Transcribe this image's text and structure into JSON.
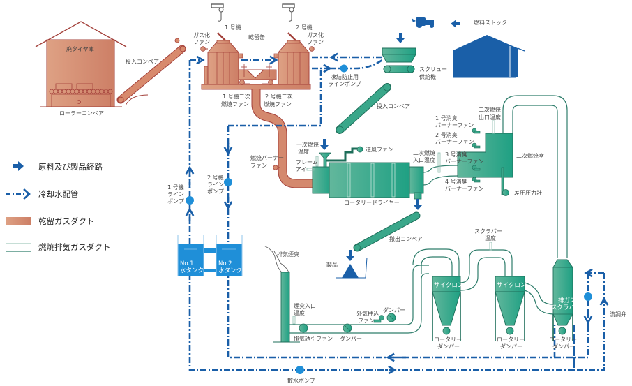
{
  "legend": {
    "items": [
      {
        "icon": "material-flow-arrow-icon",
        "label": "原料及び製品経路"
      },
      {
        "icon": "cooling-water-line-icon",
        "label": "冷却水配管"
      },
      {
        "icon": "carbonization-gas-duct-swatch",
        "label": "乾留ガスダクト"
      },
      {
        "icon": "combustion-exhaust-duct-swatch",
        "label": "燃焼排気ガスダクト"
      }
    ]
  },
  "colors": {
    "material_flow": "#1a5fa8",
    "cooling_water": "#1a5fa8",
    "carbonization_duct": "#d4896e",
    "carbonization_outline": "#a3403a",
    "exhaust_equipment": "#2aa086",
    "exhaust_outline": "#1e6e5a",
    "water_tank": "#1f8fd8",
    "fuel_stock": "#1a5fa8"
  },
  "labels": {
    "tire_warehouse": "廃タイヤ庫",
    "roller_conveyor": "ローラーコンベア",
    "input_conveyor_1": "投入コンベア",
    "gasification_fan_1": [
      "ガス化",
      "ファン"
    ],
    "gasification_fan_2": [
      "ガス化",
      "ファン"
    ],
    "unit_1": "1 号機",
    "unit_2": "2 号機",
    "carbonization_kiln": "乾留缶",
    "secondary_fan_1": [
      "1 号機二次",
      "燃焼ファン"
    ],
    "secondary_fan_2": [
      "2 号機二次",
      "燃焼ファン"
    ],
    "antifreeze_pump": [
      "凍結防止用",
      "ラインポンプ"
    ],
    "screw_feeder": [
      "スクリュー",
      "供給機"
    ],
    "fuel_stock": "燃料ストック",
    "input_conveyor_2": "投入コンベア",
    "primary_temp": [
      "一次燃焼",
      "温度"
    ],
    "blower_fan": "送風ファン",
    "burner_fan": [
      "燃焼バーナー",
      "ファン"
    ],
    "flame_eye": [
      "フレーム",
      "アイ"
    ],
    "rotary_dryer": "ロータリードライヤー",
    "secondary_inlet_temp": [
      "二次燃焼",
      "入口温度"
    ],
    "deodor_fan_1": [
      "1 号消臭",
      "バーナーファン"
    ],
    "deodor_fan_2": [
      "2 号消臭",
      "バーナーファン"
    ],
    "deodor_fan_3": [
      "3 号消臭",
      "バーナーファン"
    ],
    "deodor_fan_4": [
      "4 号消臭",
      "バーナーファン"
    ],
    "secondary_outlet_temp": [
      "二次燃焼",
      "出口温度"
    ],
    "secondary_chamber": "二次燃焼室",
    "diff_pressure_gauge": "差圧圧力計",
    "line_pump_1": [
      "1 号機",
      "ライン",
      "ポンプ"
    ],
    "line_pump_2": [
      "2 号機",
      "ライン",
      "ポンプ"
    ],
    "tank_1": [
      "No.1",
      "水タンク"
    ],
    "tank_2": [
      "No.2",
      "水タンク"
    ],
    "discharge_conveyor": "搬出コンベア",
    "product": "製品",
    "exhaust_stack": "排気煙突",
    "stack_inlet_temp": [
      "煙突入口",
      "温度"
    ],
    "induced_fan": "排気誘引ファン",
    "damper_1": "ダンパー",
    "outside_air_fan": [
      "外気押込",
      "ファン"
    ],
    "damper_2": "ダンパー",
    "scrubber_temp": [
      "スクラバー",
      "温度"
    ],
    "cyclone_1": "サイクロン",
    "cyclone_2": "サイクロン",
    "scrubber": [
      "排ガス",
      "スクラバー"
    ],
    "rotary_damper_1": [
      "ロータリー",
      "ダンパー"
    ],
    "rotary_damper_2": [
      "ロータリー",
      "ダンパー"
    ],
    "rotary_damper_3": [
      "ロータリー",
      "ダンパー"
    ],
    "flow_valve": "流調弁",
    "spray_pump": "散水ポンプ"
  }
}
